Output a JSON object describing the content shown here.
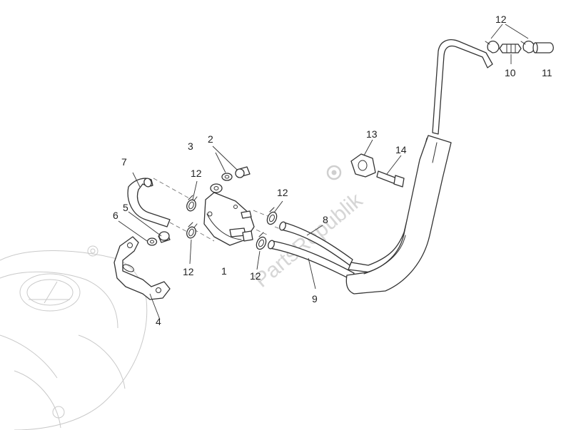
{
  "watermark": "PartsRepublik",
  "callouts": [
    {
      "id": "c1",
      "label": "1"
    },
    {
      "id": "c2",
      "label": "2"
    },
    {
      "id": "c3",
      "label": "3"
    },
    {
      "id": "c4",
      "label": "4"
    },
    {
      "id": "c5",
      "label": "5"
    },
    {
      "id": "c6",
      "label": "6"
    },
    {
      "id": "c7",
      "label": "7"
    },
    {
      "id": "c8",
      "label": "8"
    },
    {
      "id": "c9",
      "label": "9"
    },
    {
      "id": "c10",
      "label": "10"
    },
    {
      "id": "c11",
      "label": "11"
    },
    {
      "id": "c12a",
      "label": "12"
    },
    {
      "id": "c12b",
      "label": "12"
    },
    {
      "id": "c12c",
      "label": "12"
    },
    {
      "id": "c12d",
      "label": "12"
    },
    {
      "id": "c12e",
      "label": "12"
    },
    {
      "id": "c13",
      "label": "13"
    },
    {
      "id": "c14",
      "label": "14"
    }
  ]
}
